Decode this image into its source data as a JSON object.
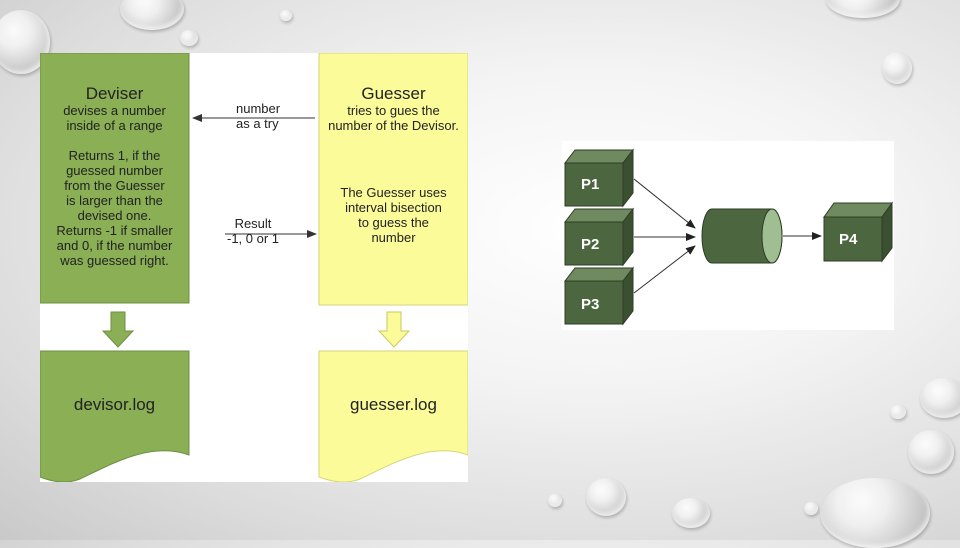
{
  "deviser": {
    "title": "Deviser",
    "lines": [
      "devises a number",
      "inside of a range",
      "",
      "Returns 1, if the",
      "guessed number",
      "from the Guesser",
      "is larger than the",
      "devised one.",
      "Returns -1 if smaller",
      "and 0, if the number",
      "was guessed right."
    ]
  },
  "guesser": {
    "title": "Guesser",
    "lines": [
      "tries to gues the",
      "number of the Devisor.",
      "",
      "",
      "The Guesser uses",
      "interval bisection",
      "to guess the",
      "number"
    ]
  },
  "messages": {
    "try": [
      "number",
      "as a try"
    ],
    "result": [
      "Result",
      "-1, 0 or 1"
    ]
  },
  "logs": {
    "devisor": "devisor.log",
    "guesser": "guesser.log"
  },
  "pipeline": {
    "p1": "P1",
    "p2": "P2",
    "p3": "P3",
    "p4": "P4"
  },
  "colors": {
    "deviser_fill": "#8aaf55",
    "guesser_fill": "#fbfb9a",
    "process_fill": "#4c6640"
  }
}
